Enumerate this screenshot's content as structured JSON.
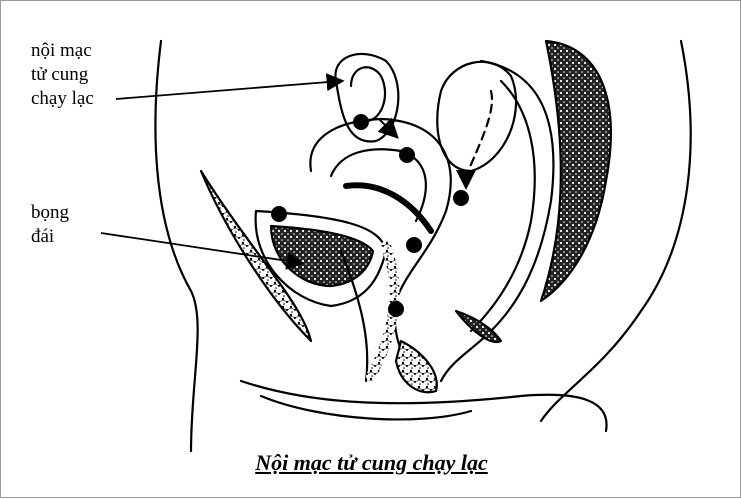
{
  "labels": {
    "endometrium": [
      "nội mạc",
      "tử cung",
      "chạy lạc"
    ],
    "bladder": [
      "bọng",
      "đái"
    ]
  },
  "caption": "Nội mạc tử cung chạy lạc",
  "colors": {
    "line": "#000000",
    "frame": "#999999",
    "background": "#ffffff"
  },
  "icons": [
    "arrow-icon",
    "lesion-dot-icon"
  ]
}
